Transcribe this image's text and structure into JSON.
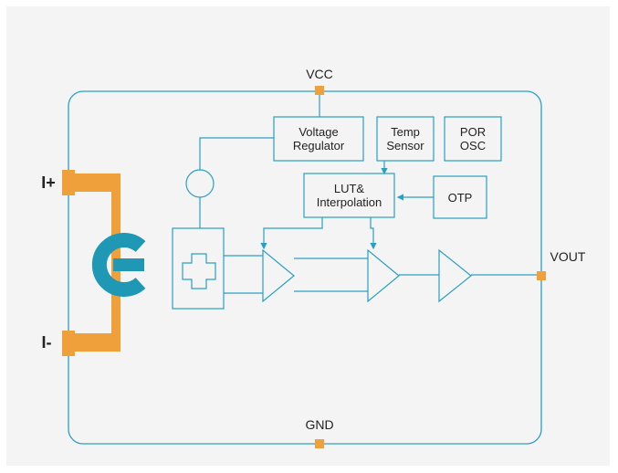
{
  "pins": {
    "vcc": "VCC",
    "gnd": "GND",
    "vout": "VOUT",
    "ip": "I+",
    "im": "I-"
  },
  "blocks": {
    "voltage_regulator": [
      "Voltage",
      "Regulator"
    ],
    "temp_sensor": [
      "Temp",
      "Sensor"
    ],
    "por_osc": [
      "POR",
      "OSC"
    ],
    "lut": [
      "LUT&",
      "Interpolation"
    ],
    "otp": "OTP"
  },
  "colors": {
    "line": "#2a9fc4",
    "pin": "#f0a03a",
    "current_path": "#f0a03a",
    "core_icon": "#1e98b4",
    "panel": "#f4f4f4"
  }
}
